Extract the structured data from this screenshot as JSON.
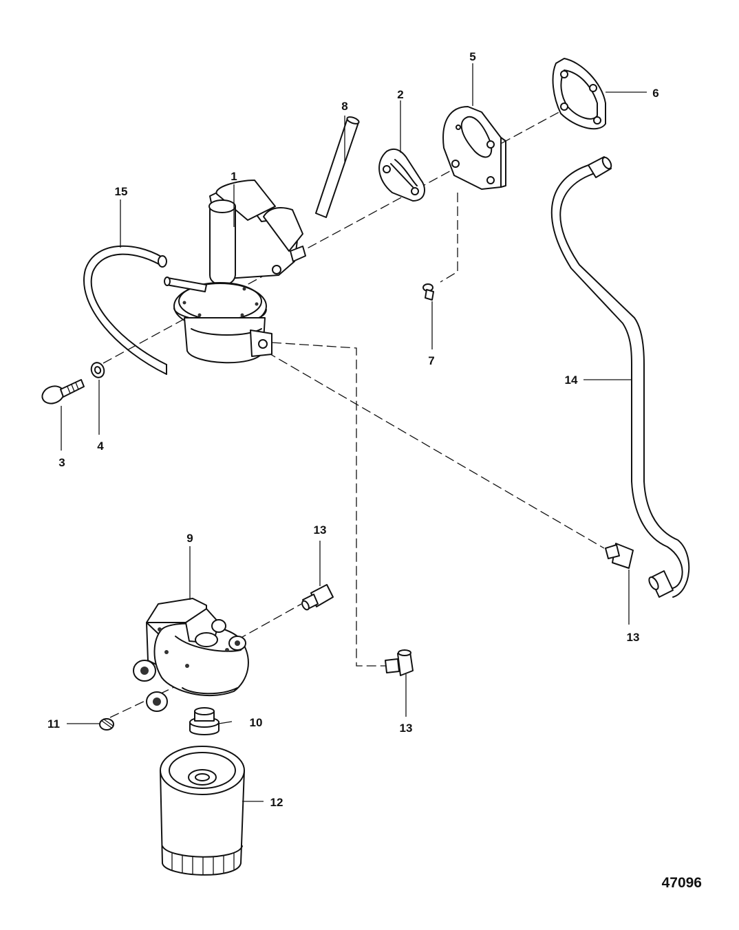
{
  "figure_number": "47096",
  "callouts": {
    "c1": "1",
    "c2": "2",
    "c3": "3",
    "c4": "4",
    "c5": "5",
    "c6": "6",
    "c7": "7",
    "c8": "8",
    "c9": "9",
    "c10": "10",
    "c11": "11",
    "c12": "12",
    "c13a": "13",
    "c13b": "13",
    "c13c": "13",
    "c14": "14",
    "c15": "15"
  }
}
